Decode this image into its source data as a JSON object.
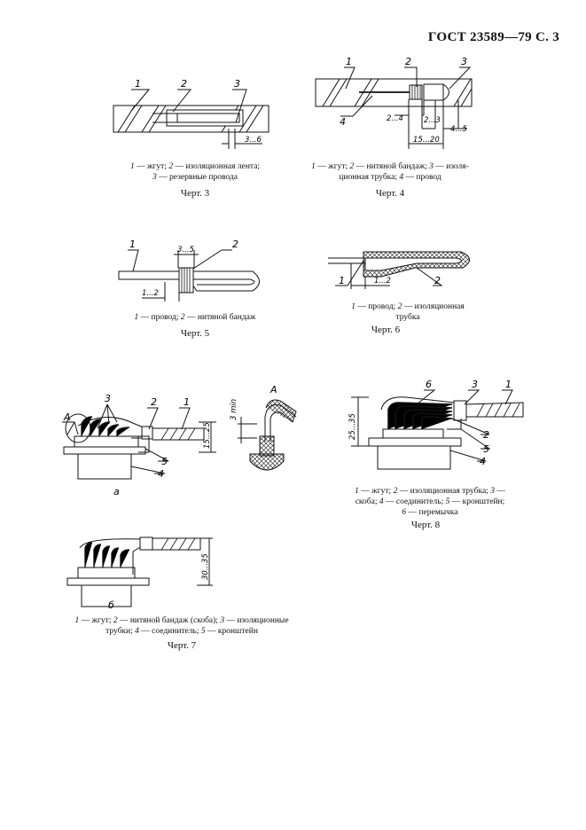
{
  "header": "ГОСТ 23589—79 С. 3",
  "fig3": {
    "labels": [
      "1",
      "2",
      "3"
    ],
    "dim": "3...6",
    "caption": [
      {
        "n": "1",
        "t": " — жгут; "
      },
      {
        "n": "2",
        "t": " — изоляционная лента;"
      },
      {
        "n": "3",
        "t": " — резервные провода"
      }
    ],
    "title": "Черт. 3"
  },
  "fig4": {
    "labels": [
      "1",
      "2",
      "3",
      "4"
    ],
    "dims": [
      "2...4",
      "2...3",
      "4...5",
      "15...20"
    ],
    "caption_line1": [
      {
        "n": "1",
        "t": " — жгут; "
      },
      {
        "n": "2",
        "t": " — нитяной бандаж; "
      },
      {
        "n": "3",
        "t": " — изоля-"
      }
    ],
    "caption_line2": [
      {
        "n": "",
        "t": "ционная трубка; "
      },
      {
        "n": "4",
        "t": " — провод"
      }
    ],
    "title": "Черт. 4"
  },
  "fig5": {
    "labels": [
      "1",
      "2"
    ],
    "dims": [
      "3...5",
      "1...2"
    ],
    "caption": [
      {
        "n": "1",
        "t": " — провод; "
      },
      {
        "n": "2",
        "t": " — нитяной бандаж"
      }
    ],
    "title": "Черт. 5"
  },
  "fig6": {
    "labels": [
      "1",
      "2"
    ],
    "dim": "1...2",
    "caption_line1": [
      {
        "n": "1",
        "t": " — провод; "
      },
      {
        "n": "2",
        "t": " — изоляционная"
      }
    ],
    "caption_line2": "трубка",
    "title": "Черт. 6"
  },
  "fig7": {
    "labels_a": [
      "3",
      "2",
      "1",
      "5",
      "4"
    ],
    "view": "A",
    "dim_a": "15...25",
    "dim_min": "3 min",
    "sub_a": "а",
    "dim_b": "30...35",
    "sub_b": "б",
    "caption_line1": [
      {
        "n": "1",
        "t": " — жгут; "
      },
      {
        "n": "2",
        "t": " — нитяной бандаж (скоба); "
      },
      {
        "n": "3",
        "t": " — изоляционные"
      }
    ],
    "caption_line2": [
      {
        "n": "",
        "t": "трубки; "
      },
      {
        "n": "4",
        "t": " — соединитель; "
      },
      {
        "n": "5",
        "t": " — кронштейн"
      }
    ],
    "title": "Черт. 7"
  },
  "fig8": {
    "labels": [
      "6",
      "3",
      "1",
      "2",
      "5",
      "4"
    ],
    "dim": "25...35",
    "caption_line1": [
      {
        "n": "1",
        "t": " — жгут; "
      },
      {
        "n": "2",
        "t": " — изоляционная трубка; "
      },
      {
        "n": "3",
        "t": " —"
      }
    ],
    "caption_line2": [
      {
        "n": "",
        "t": "скоба; "
      },
      {
        "n": "4",
        "t": " — соединитель; "
      },
      {
        "n": "5",
        "t": " — кронштейн;"
      }
    ],
    "caption_line3": [
      {
        "n": "6",
        "t": " — перемычка"
      }
    ],
    "title": "Черт. 8"
  }
}
